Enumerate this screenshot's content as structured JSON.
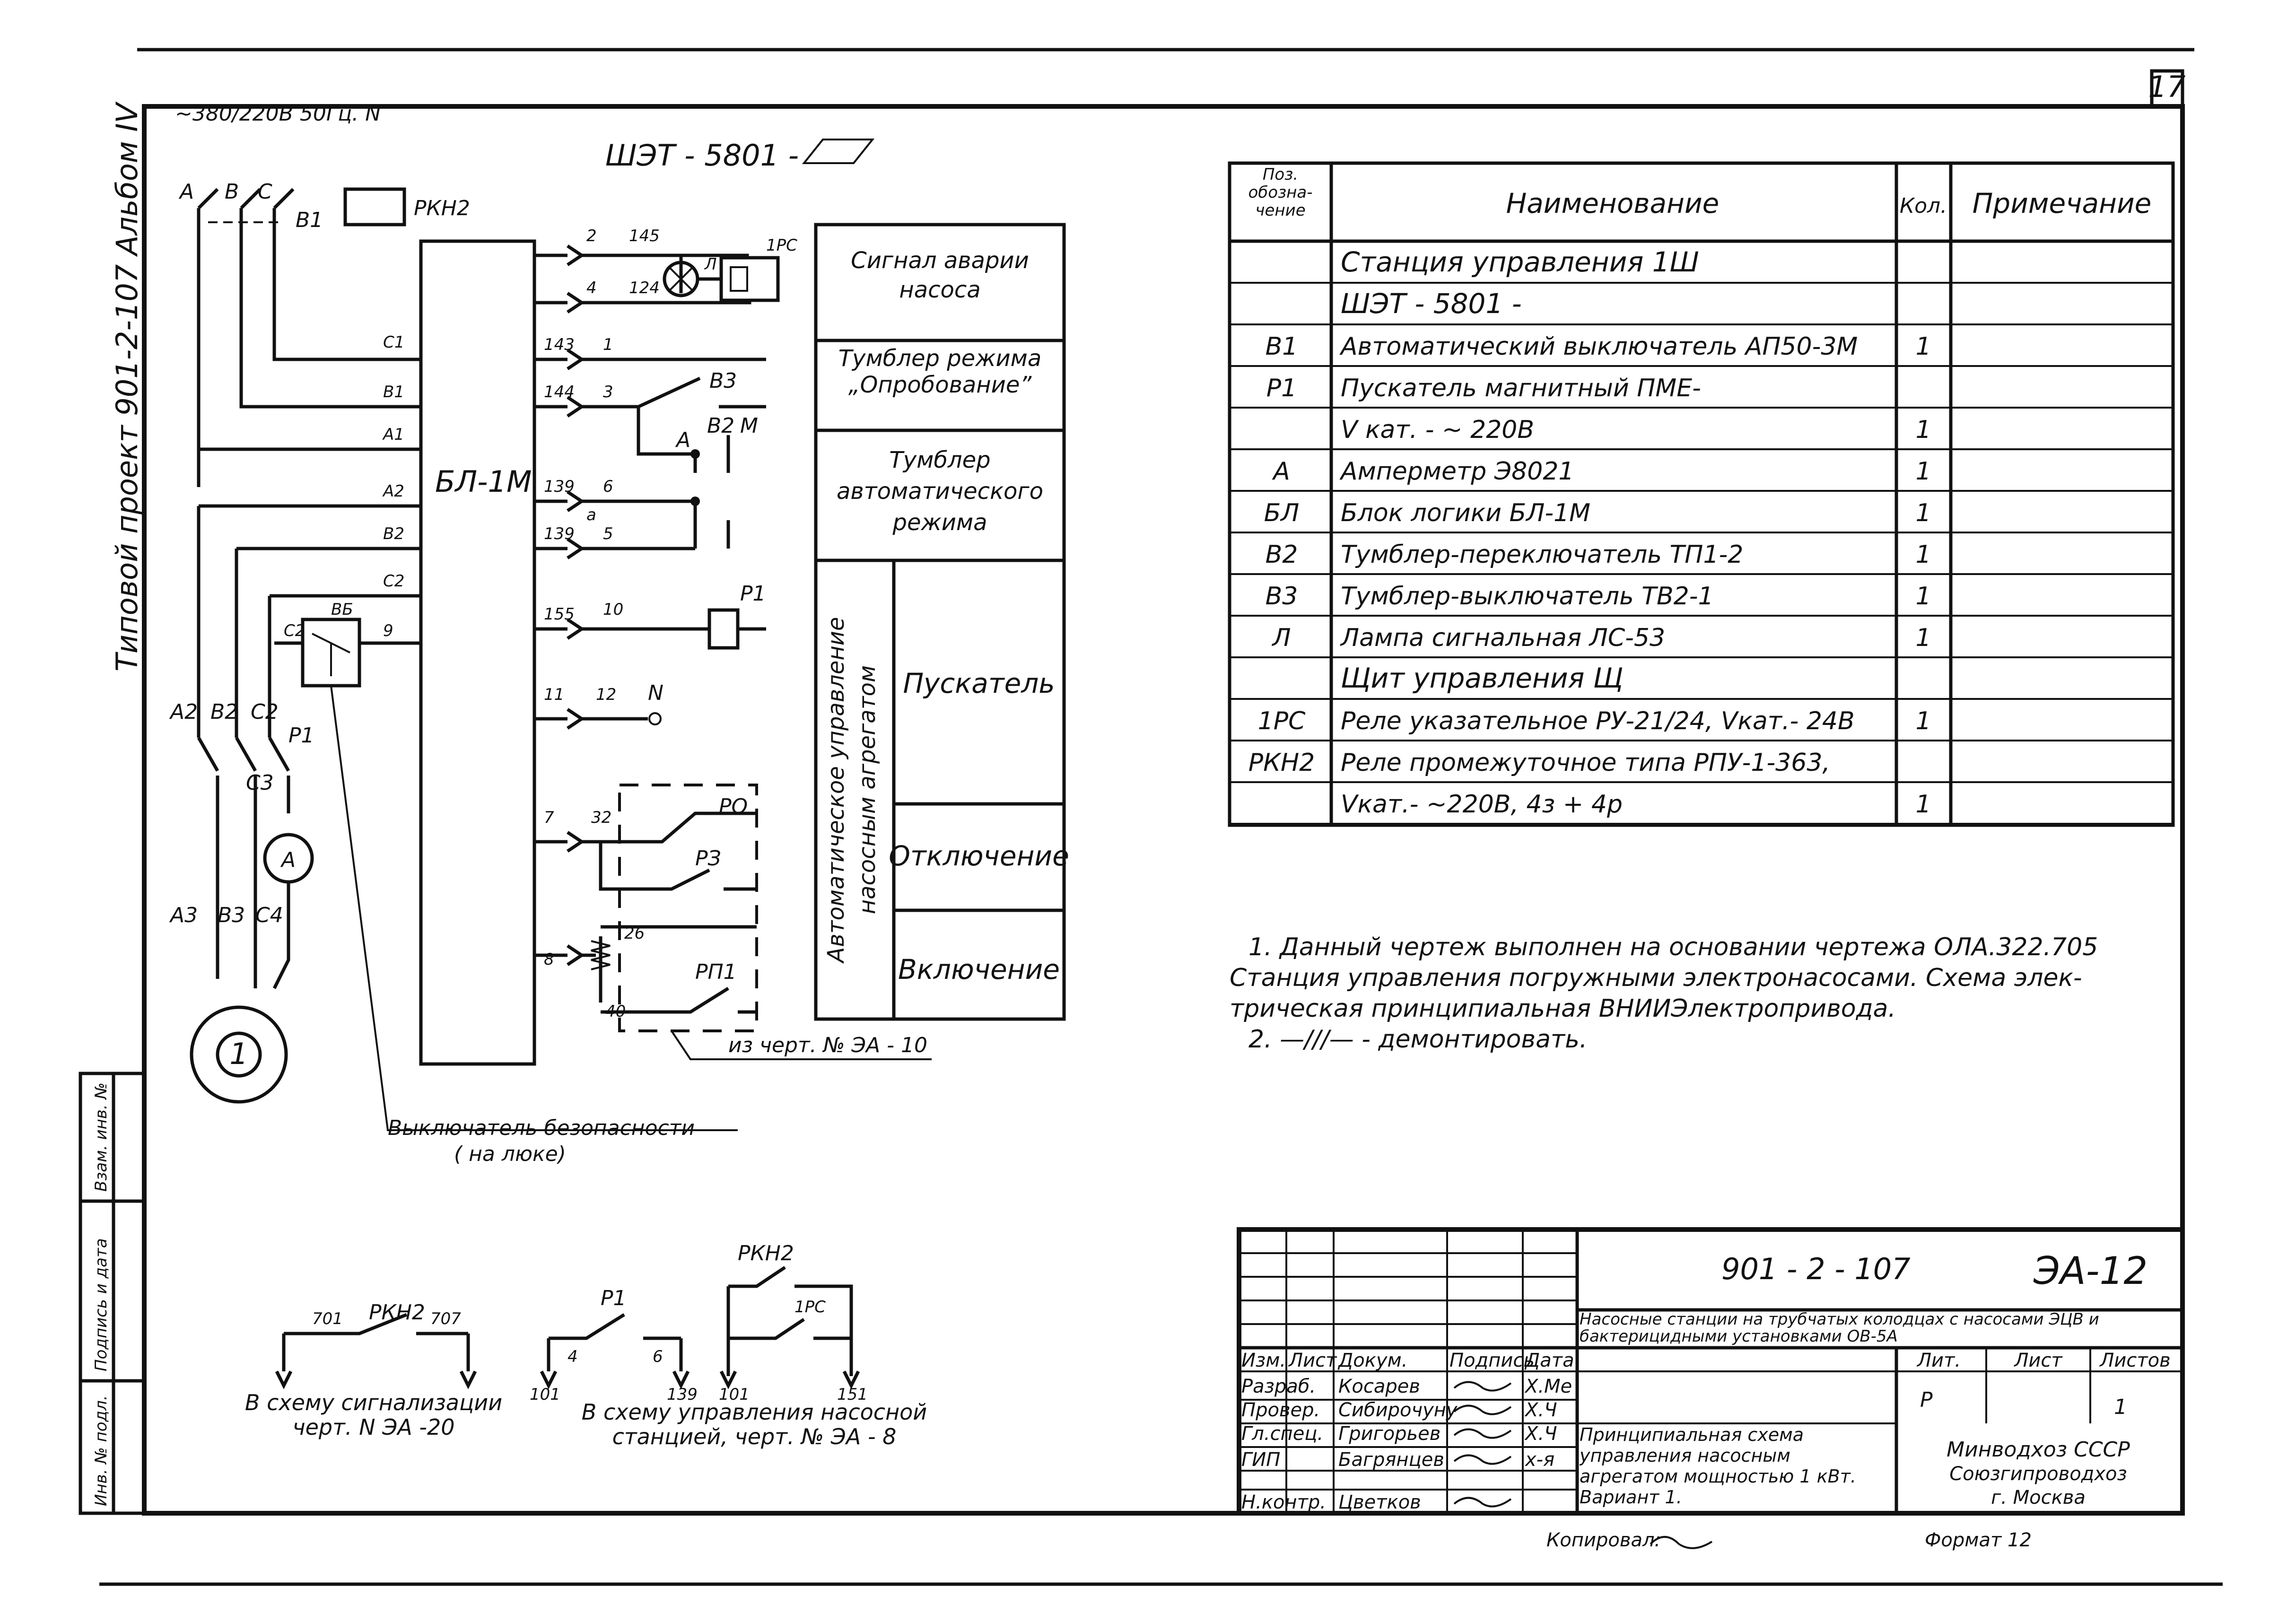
{
  "sheet": {
    "page_number": "17",
    "album_label": "Альбом IV",
    "project_label": "Типовой проект   901-2-107"
  },
  "schematic": {
    "supply": "~380/220В 50Гц. N",
    "cabinet": "ШЭТ - 5801 -",
    "phase_labels": [
      "A",
      "B",
      "C",
      "N"
    ],
    "breaker": "В1",
    "relay_pkn2": "РКН2",
    "logic_block": "БЛ-1М",
    "wires_left": [
      "С1",
      "В1",
      "А1",
      "А2",
      "В2",
      "С2",
      "С2",
      "9"
    ],
    "wires_right": [
      "2",
      "145",
      "4",
      "124",
      "143",
      "1",
      "144",
      "3",
      "139",
      "6",
      "а",
      "139",
      "5",
      "155",
      "10",
      "11",
      "12",
      "N",
      "7",
      "32",
      "8",
      "26",
      "40"
    ],
    "lamp": "Л",
    "relay_1pc": "1РС",
    "toggle_b3": "В3",
    "toggle_b2": "В2",
    "ammeter": "А",
    "m_label": "М",
    "contactor": "Р1",
    "phase_down": [
      "А2",
      "В2",
      "С2",
      "С3",
      "А3",
      "В3",
      "С4"
    ],
    "motor": "1",
    "safety_switch": "ВБ",
    "relays": [
      "РО",
      "РЗ",
      "РП1"
    ],
    "ref_drawing": "из черт. № ЭА - 10",
    "safety_caption": "Выключатель безопасности",
    "safety_caption_2": "( на люке)",
    "function_labels": [
      "Сигнал аварии насоса",
      "Тумблер режима „Опробование”",
      "Тумблер автоматического режима",
      "Пускатель",
      "Отключение",
      "Включение"
    ],
    "function_group": "Автоматическое управление насосным агрегатом"
  },
  "fragments": {
    "f1_labels": [
      "701",
      "РКН2",
      "707"
    ],
    "f1_caption": "В схему сигнализации черт. N ЭА -20",
    "f2_labels": [
      "Р1",
      "4",
      "6",
      "101",
      "139"
    ],
    "f3_labels": [
      "РКН2",
      "1РС",
      "101",
      "151"
    ],
    "f23_caption": "В схему управления насосной станцией, черт. № ЭА - 8"
  },
  "spec_table": {
    "headers": [
      "Поз. обозна- чение",
      "Наименование",
      "Кол.",
      "Примечание"
    ],
    "rows": [
      {
        "pos": "",
        "name": "Станция управления 1Ш",
        "qty": "",
        "note": ""
      },
      {
        "pos": "",
        "name": "ШЭТ - 5801 -",
        "qty": "",
        "note": ""
      },
      {
        "pos": "В1",
        "name": "Автоматический выключатель АП50-3М",
        "qty": "1",
        "note": ""
      },
      {
        "pos": "Р1",
        "name": "Пускатель магнитный ПМЕ-",
        "qty": "",
        "note": ""
      },
      {
        "pos": "",
        "name": "V кат. - ~ 220В",
        "qty": "1",
        "note": ""
      },
      {
        "pos": "А",
        "name": "Амперметр Э8021",
        "qty": "1",
        "note": ""
      },
      {
        "pos": "БЛ",
        "name": "Блок логики БЛ-1М",
        "qty": "1",
        "note": ""
      },
      {
        "pos": "В2",
        "name": "Тумблер-переключатель ТП1-2",
        "qty": "1",
        "note": ""
      },
      {
        "pos": "В3",
        "name": "Тумблер-выключатель ТВ2-1",
        "qty": "1",
        "note": ""
      },
      {
        "pos": "Л",
        "name": "Лампа сигнальная ЛС-53",
        "qty": "1",
        "note": ""
      },
      {
        "pos": "",
        "name": "Щит управления Щ",
        "qty": "",
        "note": ""
      },
      {
        "pos": "1РС",
        "name": "Реле указательное РУ-21/24, Vкат.- 24В",
        "qty": "1",
        "note": ""
      },
      {
        "pos": "РКН2",
        "name": "Реле промежуточное типа РПУ-1-363,",
        "qty": "",
        "note": ""
      },
      {
        "pos": "",
        "name": "Vкат.- ~220В, 4з + 4р",
        "qty": "1",
        "note": ""
      }
    ]
  },
  "notes": [
    "1. Данный чертеж выполнен на основании чертежа ОЛА.322.705",
    "Станция управления погружными электронасосами. Схема элек-",
    "трическая принципиальная ВНИИЭлектропривода.",
    "2. —///— - демонтировать."
  ],
  "left_margin": [
    "Взам. инв. №",
    "Подпись и дата",
    "Инв. № подл."
  ],
  "title_block": {
    "code": "901 - 2 - 107",
    "sheet_code": "ЭА-12",
    "project_desc": "Насосные станции на трубчатых колодцах с насосами ЭЦВ и бактерицидными установками ОВ-5А",
    "col_headers": [
      "Изм.",
      "Лист",
      "Докум.",
      "Подпись",
      "Дата"
    ],
    "people": [
      {
        "role": "Разраб.",
        "name": "Косарев",
        "date": "Х.Ме"
      },
      {
        "role": "Провер.",
        "name": "Сибирочуну",
        "date": "Х.Ч"
      },
      {
        "role": "Гл.спец.",
        "name": "Григорьев",
        "date": "Х.Ч"
      },
      {
        "role": "ГИП",
        "name": "Багрянцев",
        "date": "х-я"
      },
      {
        "role": "Н.контр.",
        "name": "Цветков",
        "date": ""
      }
    ],
    "stage_headers": [
      "Лит.",
      "Лист",
      "Листов"
    ],
    "stage_values": [
      "Р",
      "",
      "1"
    ],
    "drawing_title": "Принципиальная схема управления насосным агрегатом мощностью 1 кВт. Вариант 1.",
    "org": [
      "Минводхоз СССР",
      "Союзгипроводхоз",
      "г. Москва"
    ],
    "copied": "Копировал:",
    "format": "Формат 12"
  }
}
